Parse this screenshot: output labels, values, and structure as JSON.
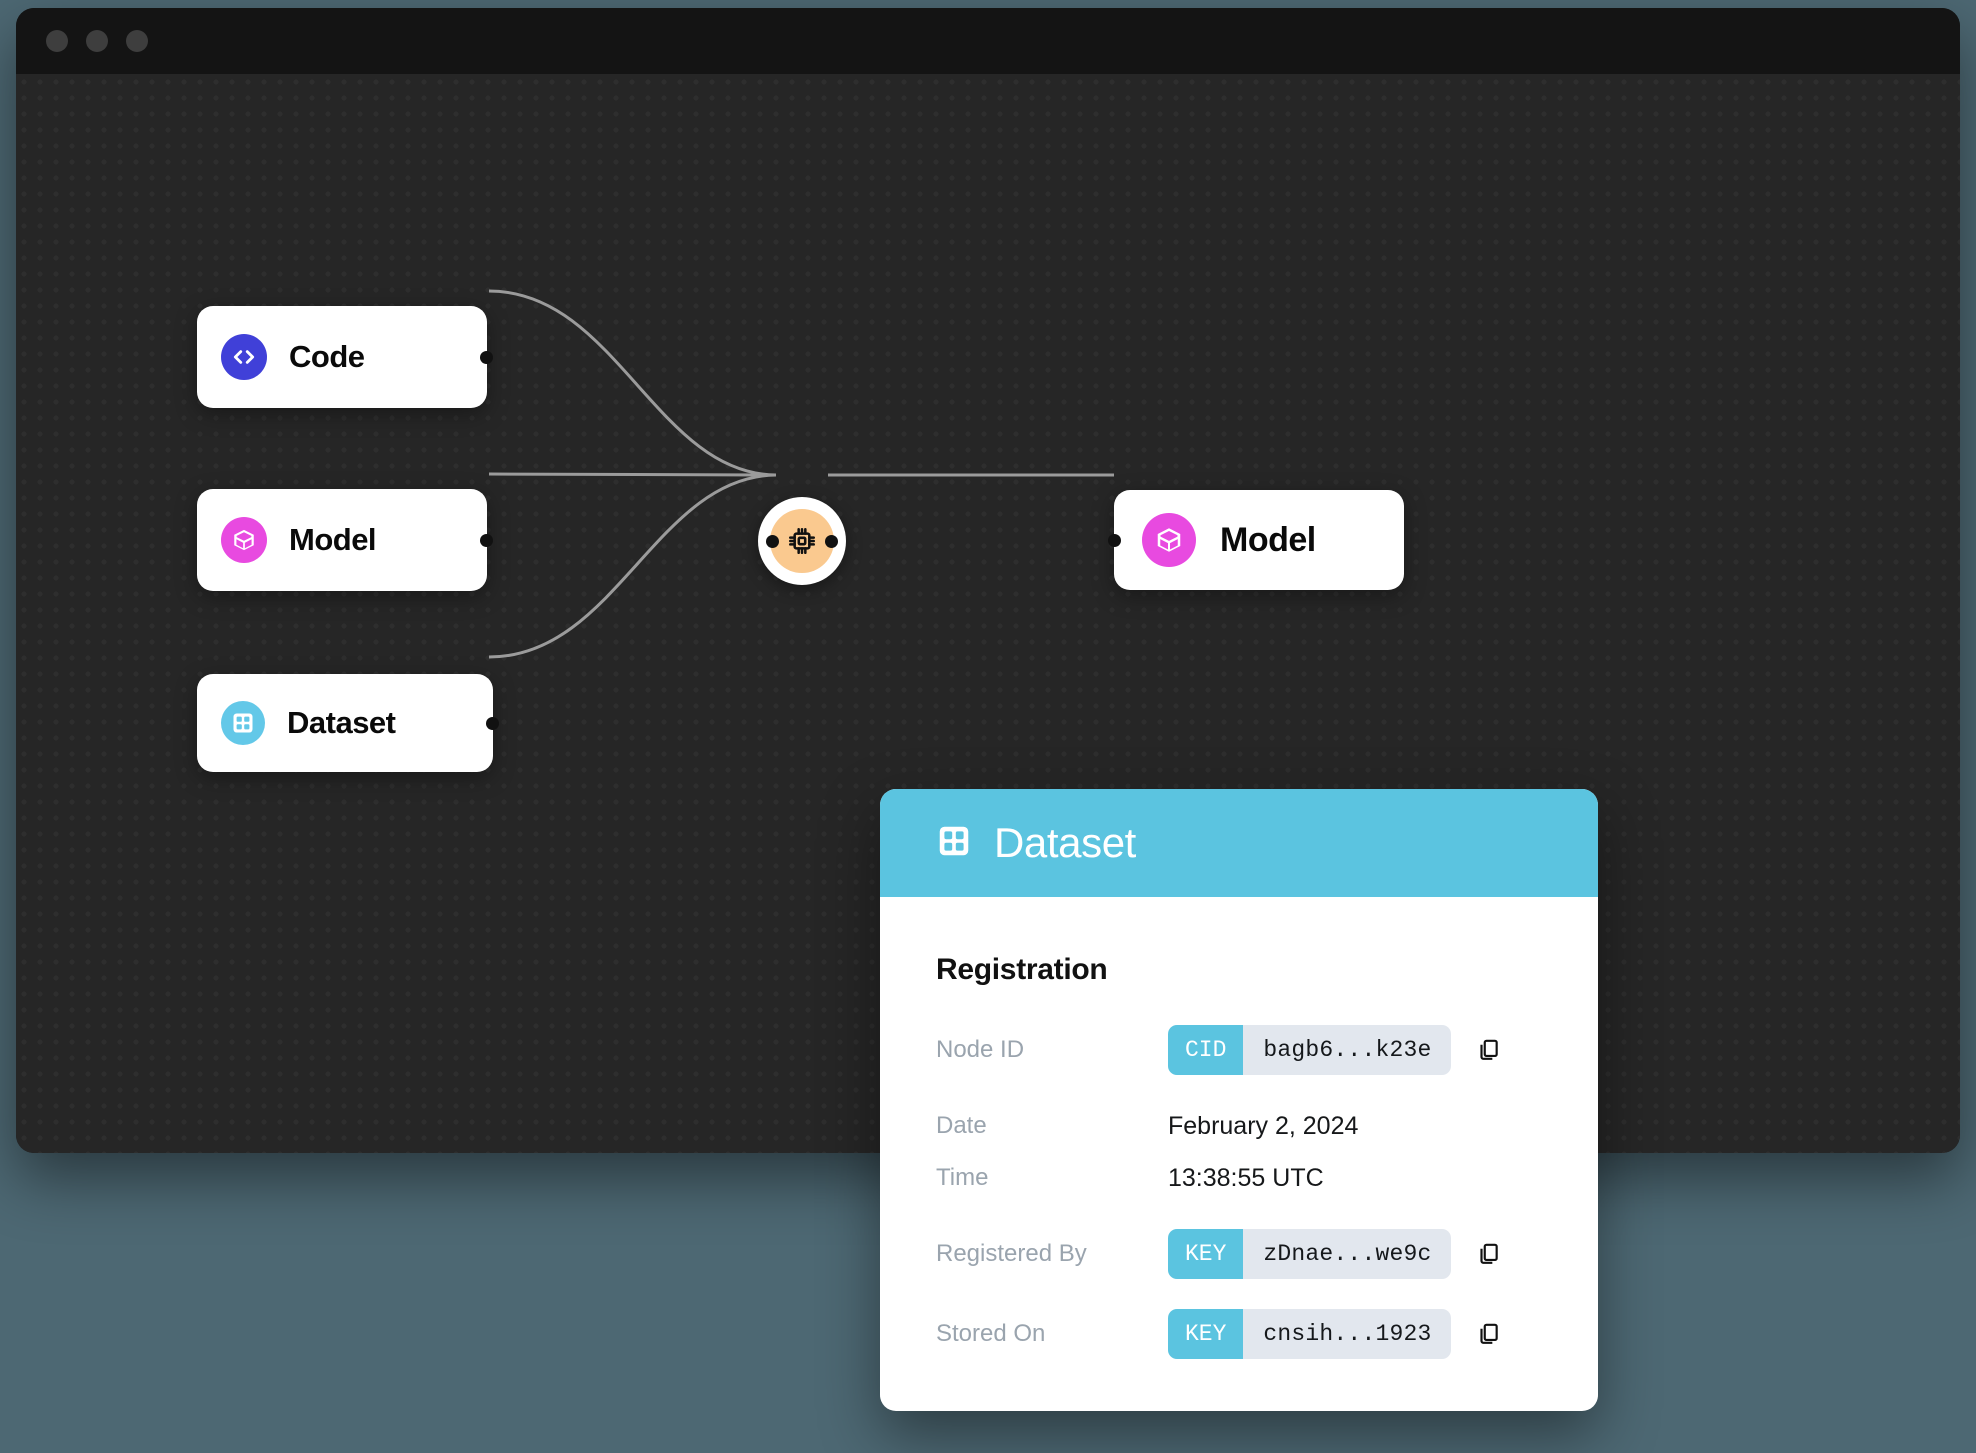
{
  "window": {
    "traffic_lights": [
      "close",
      "minimize",
      "maximize"
    ]
  },
  "canvas": {
    "nodes": [
      {
        "id": "code",
        "label": "Code",
        "icon": "code-brackets-icon",
        "color": "#4040d8"
      },
      {
        "id": "model_in",
        "label": "Model",
        "icon": "cube-icon",
        "color": "#e84ae0"
      },
      {
        "id": "dataset",
        "label": "Dataset",
        "icon": "grid-table-icon",
        "color": "#63c8e8"
      },
      {
        "id": "model_out",
        "label": "Model",
        "icon": "cube-icon",
        "color": "#e84ae0"
      }
    ],
    "hub": {
      "icon": "cpu-chip-icon",
      "ring_color": "#ffffff",
      "fill_color": "#fac98f"
    },
    "edge_color": "#9b9b9b"
  },
  "detail": {
    "header": {
      "title": "Dataset",
      "icon": "grid-table-icon",
      "color": "#5bc4e0"
    },
    "section_title": "Registration",
    "rows": [
      {
        "label": "Node ID",
        "type": "chip",
        "tag": "CID",
        "value": "bagb6...k23e",
        "copy": true
      },
      {
        "label": "Date",
        "type": "plain",
        "value": "February 2, 2024"
      },
      {
        "label": "Time",
        "type": "plain",
        "value": "13:38:55 UTC"
      },
      {
        "label": "Registered By",
        "type": "chip",
        "tag": "KEY",
        "value": "zDnae...we9c",
        "copy": true
      },
      {
        "label": "Stored On",
        "type": "chip",
        "tag": "KEY",
        "value": "cnsih...1923",
        "copy": true
      }
    ],
    "copy_icon": "copy-icon"
  }
}
